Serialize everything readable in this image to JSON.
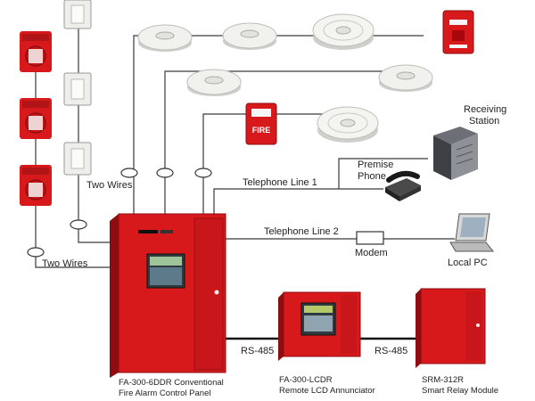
{
  "labels": {
    "two_wires_top": "Two Wires",
    "two_wires_bottom": "Two Wires",
    "telephone_line_1": "Telephone Line 1",
    "telephone_line_2": "Telephone Line 2",
    "premise_phone_1": "Premise",
    "premise_phone_2": "Phone",
    "receiving_station_1": "Receiving",
    "receiving_station_2": "Station",
    "modem": "Modem",
    "local_pc": "Local PC",
    "rs485_left": "RS-485",
    "rs485_right": "RS-485"
  },
  "devices": {
    "panel_caption_1": "FA-300-6DDR Conventional",
    "panel_caption_2": "Fire Alarm Control Panel",
    "lcdr_caption_1": "FA-300-LCDR",
    "lcdr_caption_2": "Remote LCD Annunciator",
    "srm_caption_1": "SRM-312R",
    "srm_caption_2": "Smart Relay Module",
    "pull_station_text": "FIRE"
  },
  "colors": {
    "alarm_red": "#d8191c",
    "dark_red": "#8e0d10",
    "detector_white": "#f1f1ee",
    "wire": "#3a3a3a",
    "bus": "#111111"
  }
}
